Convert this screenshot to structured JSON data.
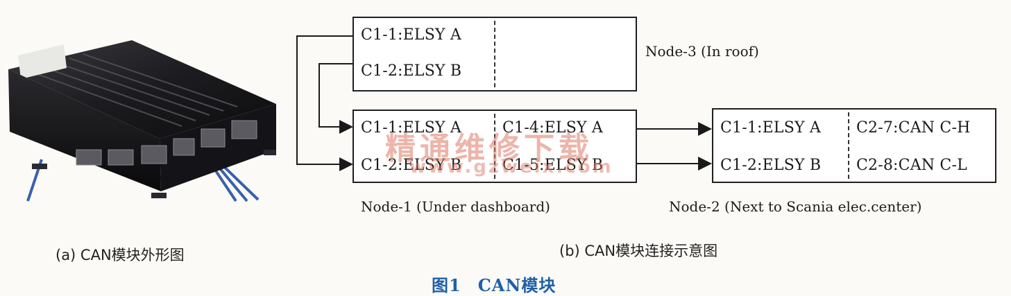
{
  "photo": {
    "alt": "CAN module"
  },
  "nodes": {
    "node3": {
      "caption": "Node-3 (In roof)",
      "pins_left": [
        "C1-1:ELSY A",
        "C1-2:ELSY B"
      ]
    },
    "node1": {
      "caption": "Node-1  (Under dashboard)",
      "pins_left": [
        "C1-1:ELSY A",
        "C1-2:ELSY B"
      ],
      "pins_right": [
        "C1-4:ELSY A",
        "C1-5:ELSY B"
      ]
    },
    "node2": {
      "caption": "Node-2 (Next to Scania elec.center)",
      "pins_left": [
        "C1-1:ELSY A",
        "C1-2:ELSY B"
      ],
      "pins_right": [
        "C2-7:CAN C-H",
        "C2-8:CAN C-L"
      ]
    }
  },
  "watermark": {
    "text": "精通维修下载",
    "url": "www.gzweix.com"
  },
  "captions": {
    "a": "(a) CAN模块外形图",
    "b": "(b) CAN模块连接示意图",
    "figure_number": "图1",
    "figure_title": "CAN模块"
  },
  "colors": {
    "title": "#1f5fa8",
    "watermark": "#de7864",
    "cable": "#3a5fb0"
  }
}
